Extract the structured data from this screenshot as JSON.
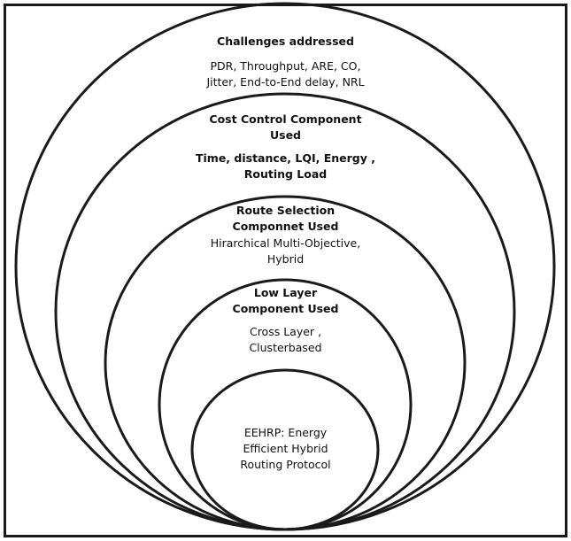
{
  "rings": [
    {
      "heading": [
        "Challenges addressed"
      ],
      "body": [
        "PDR, Throughput, ARE, CO,",
        "Jitter, End-to-End delay, NRL"
      ],
      "body_bold": false
    },
    {
      "heading": [
        "Cost Control Component",
        "Used"
      ],
      "body": [
        "Time, distance, LQI, Energy ,",
        "Routing Load"
      ],
      "body_bold": true
    },
    {
      "heading": [
        "Route Selection",
        "Componnet Used"
      ],
      "body": [
        "Hirarchical Multi-Objective,",
        "Hybrid"
      ],
      "body_bold": false
    },
    {
      "heading": [
        "Low Layer",
        "Component Used"
      ],
      "body": [
        "Cross Layer ,",
        "Clusterbased"
      ],
      "body_bold": false
    },
    {
      "heading": [],
      "body": [
        "EEHRP: Energy",
        "Efficient Hybrid",
        "Routing Protocol"
      ],
      "body_bold": false
    }
  ],
  "colors": {
    "stroke": "#1a1a1a",
    "background": "#ffffff"
  }
}
